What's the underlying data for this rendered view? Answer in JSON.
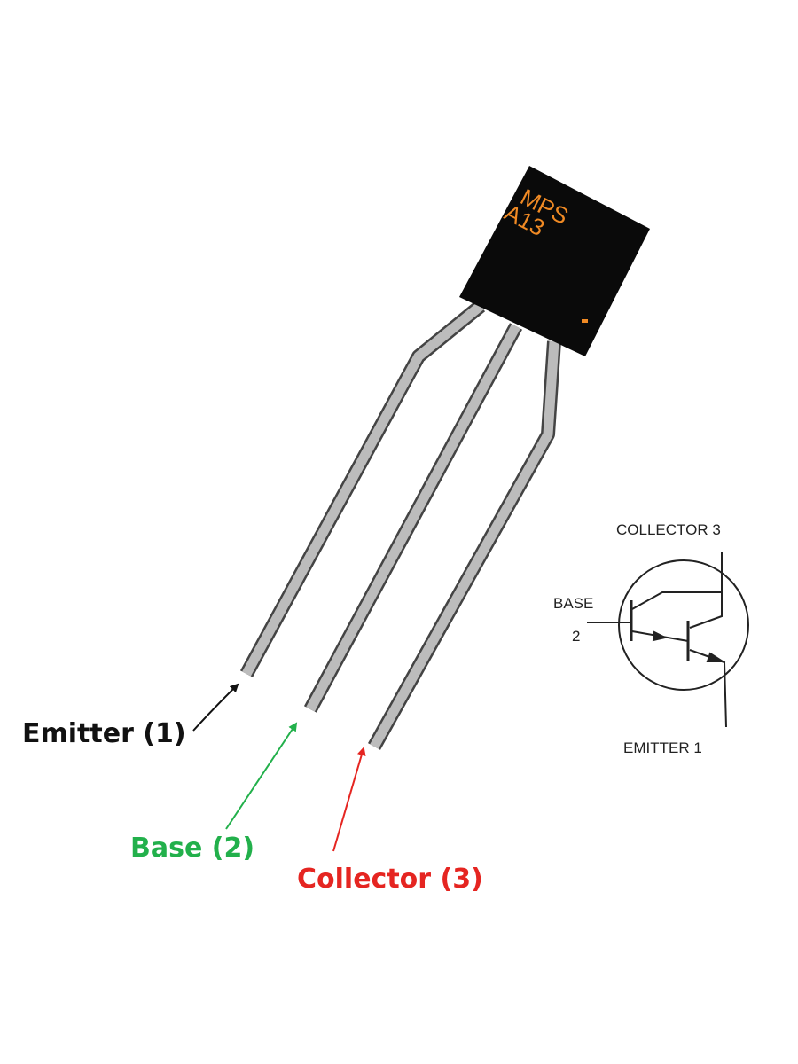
{
  "component": {
    "marking_line1": "MPS",
    "marking_line2": "A13",
    "body_color": "#0a0a0a",
    "marking_color": "#f08a24",
    "lead_color": "#bcbcbc"
  },
  "pin_labels": {
    "emitter": {
      "text": "Emitter (1)",
      "color": "#111111"
    },
    "base": {
      "text": "Base (2)",
      "color": "#22b04b"
    },
    "collector": {
      "text": "Collector (3)",
      "color": "#e52521"
    }
  },
  "schematic": {
    "collector_label": "COLLECTOR 3",
    "base_label": "BASE",
    "base_number": "2",
    "emitter_label": "EMITTER 1"
  }
}
